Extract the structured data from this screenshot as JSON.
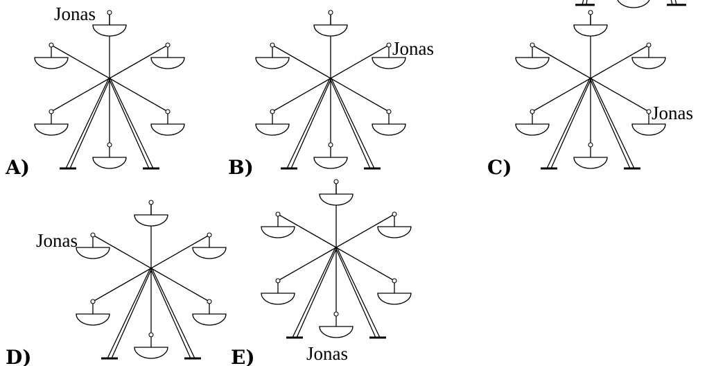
{
  "person_name": "Jonas",
  "options": [
    {
      "letter": "A",
      "paren": ")",
      "label": "Jonas",
      "jonas_cabin": "top"
    },
    {
      "letter": "B",
      "paren": ")",
      "label": "Jonas",
      "jonas_cabin": "upper-right"
    },
    {
      "letter": "C",
      "paren": ")",
      "label": "Jonas",
      "jonas_cabin": "lower-right"
    },
    {
      "letter": "D",
      "paren": ")",
      "label": "Jonas",
      "jonas_cabin": "upper-left"
    },
    {
      "letter": "E",
      "paren": ")",
      "label": "Jonas",
      "jonas_cabin": "bottom"
    }
  ],
  "top_cropped_fragment": {
    "visible": true
  }
}
